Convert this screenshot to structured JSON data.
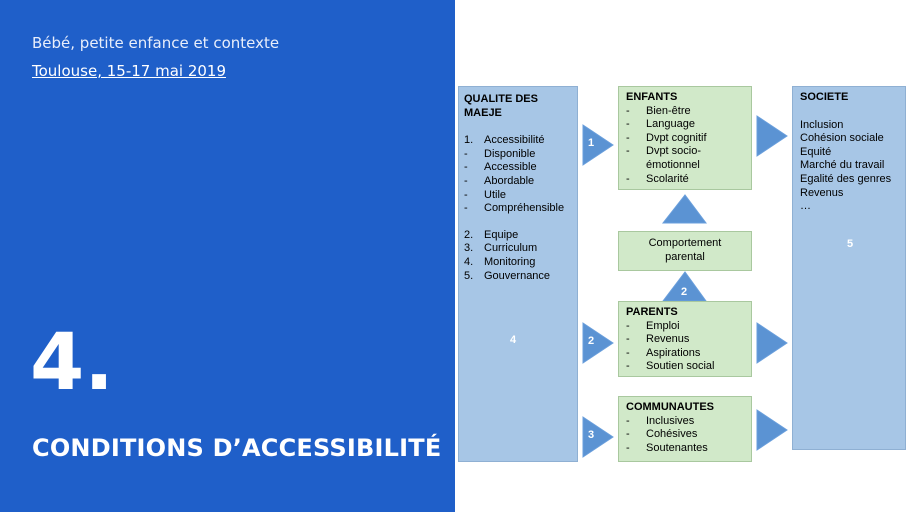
{
  "header": {
    "subtitle": "Bébé, petite enfance et contexte",
    "dates": "Toulouse, 15-17 mai 2019"
  },
  "section": {
    "number": "4.",
    "title": "CONDITIONS D’ACCESSIBILITÉ"
  },
  "diagram": {
    "qualite": {
      "title_line1": "QUALITE DES",
      "title_line2": "MAEJE",
      "items_a": [
        {
          "marker": "1.",
          "text": "Accessibilité"
        },
        {
          "marker": "-",
          "text": "Disponible"
        },
        {
          "marker": "-",
          "text": "Accessible"
        },
        {
          "marker": "-",
          "text": "Abordable"
        },
        {
          "marker": "-",
          "text": "Utile"
        },
        {
          "marker": "-",
          "text": "Compréhensible"
        }
      ],
      "items_b": [
        {
          "marker": "2.",
          "text": "Equipe"
        },
        {
          "marker": "3.",
          "text": "Curriculum"
        },
        {
          "marker": "4.",
          "text": "Monitoring"
        },
        {
          "marker": "5.",
          "text": "Gouvernance"
        }
      ],
      "center_number": "4"
    },
    "enfants": {
      "title": "ENFANTS",
      "items": [
        {
          "marker": "-",
          "text": "Bien-être"
        },
        {
          "marker": "-",
          "text": "Language"
        },
        {
          "marker": "-",
          "text": "Dvpt cognitif"
        },
        {
          "marker": "-",
          "text": "Dvpt socio-"
        },
        {
          "marker": "",
          "text": "émotionnel"
        },
        {
          "marker": "-",
          "text": "Scolarité"
        }
      ]
    },
    "comportement": {
      "line1": "Comportement",
      "line2": "parental"
    },
    "parents": {
      "title": "PARENTS",
      "items": [
        {
          "marker": "-",
          "text": "Emploi"
        },
        {
          "marker": "-",
          "text": "Revenus"
        },
        {
          "marker": "-",
          "text": "Aspirations"
        },
        {
          "marker": "-",
          "text": "Soutien social"
        }
      ]
    },
    "communautes": {
      "title": "COMMUNAUTES",
      "items": [
        {
          "marker": "-",
          "text": "Inclusives"
        },
        {
          "marker": "-",
          "text": "Cohésives"
        },
        {
          "marker": "-",
          "text": "Soutenantes"
        }
      ]
    },
    "societe": {
      "title": "SOCIETE",
      "items": [
        "Inclusion",
        "Cohésion sociale",
        "Equité",
        "Marché du travail",
        "Egalité des genres",
        "Revenus",
        "…"
      ],
      "center_number": "5"
    },
    "arrow_labels": {
      "to_enfants": "1",
      "to_parents": "2",
      "to_communautes": "3",
      "parents_up": "2"
    },
    "colors": {
      "left_panel": "#1f5fc9",
      "blue_box": "#a7c6e6",
      "green_box": "#d1e9c9",
      "arrow": "#5b93d3"
    }
  }
}
